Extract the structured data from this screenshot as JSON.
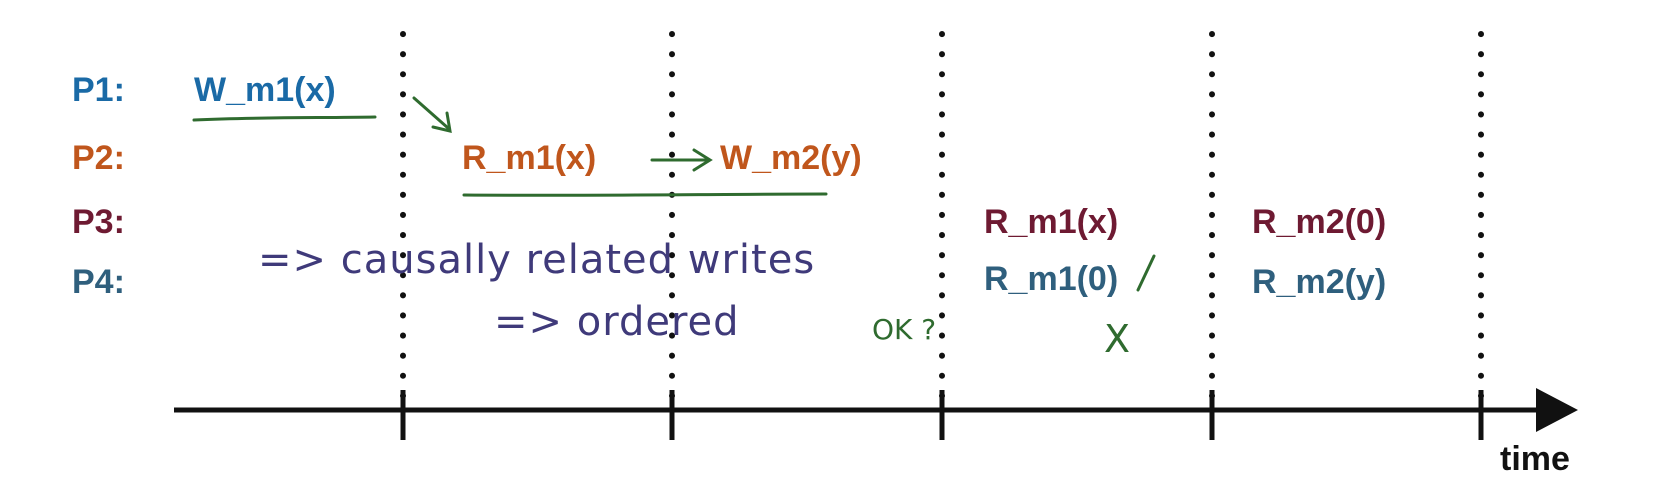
{
  "colors": {
    "p1": "#1a6aa6",
    "p2": "#c0561c",
    "p3": "#6e1a32",
    "p4": "#2f5f7d",
    "annotation_green": "#2f6b2f",
    "annotation_purple": "#3f3a7a",
    "axis": "#111111"
  },
  "processes": [
    {
      "label": "P1:"
    },
    {
      "label": "P2:"
    },
    {
      "label": "P3:"
    },
    {
      "label": "P4:"
    }
  ],
  "operations": {
    "p1_write_m1": "W_m1(x)",
    "p2_read_m1": "R_m1(x)",
    "p2_write_m2": "W_m2(y)",
    "p3_read_m1": "R_m1(x)",
    "p3_read_m2": "R_m2(0)",
    "p4_read_m1": "R_m1(0)",
    "p4_read_m2": "R_m2(y)"
  },
  "annotations": {
    "line1": "=> causally related writes",
    "line2": "=> ordered",
    "ok_label": "OK ?",
    "x_mark": "X"
  },
  "axis": {
    "label": "time"
  }
}
